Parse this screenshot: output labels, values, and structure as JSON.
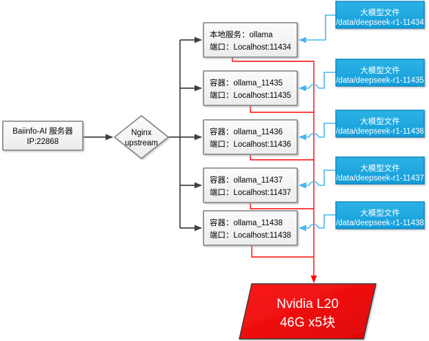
{
  "diagram": {
    "server": {
      "title": "Baiinfo-AI 服务器",
      "subtitle": "IP:22868"
    },
    "router": {
      "line1": "Nginx",
      "line2": "upstream"
    },
    "nodes": [
      {
        "line1": "本地服务：ollama",
        "line2": "端口：Localhost:11434"
      },
      {
        "line1": "容器：ollama_11435",
        "line2": "端口：Localhost:11435"
      },
      {
        "line1": "容器：ollama_11436",
        "line2": "端口：Localhost:11436"
      },
      {
        "line1": "容器：ollama_11437",
        "line2": "端口：Localhost:11437"
      },
      {
        "line1": "容器：ollama_11438",
        "line2": "端口：Localhost:11438"
      }
    ],
    "model_files": [
      {
        "line1": "大模型文件",
        "line2": "/data/deepseek-r1-11434"
      },
      {
        "line1": "大模型文件",
        "line2": "/data/deepseek-r1-11435"
      },
      {
        "line1": "大模型文件",
        "line2": "/data/deepseek-r1-11436"
      },
      {
        "line1": "大模型文件",
        "line2": "/data/deepseek-r1-11437"
      },
      {
        "line1": "大模型文件",
        "line2": "/data/deepseek-r1-11438"
      }
    ],
    "gpu": {
      "line1": "Nvidia L20",
      "line2": "46G x5块"
    },
    "colors": {
      "node_fill_top": "#fbfbfb",
      "node_fill_bottom": "#ececec",
      "node_border": "#7f7f7f",
      "file_fill_top": "#2db2e6",
      "file_fill_bottom": "#149dd8",
      "file_border": "#0c86be",
      "gpu_fill_top": "#fa1b1b",
      "gpu_fill_bottom": "#e00404",
      "gpu_border": "#3a3a3a",
      "flow_arrow": "#404040",
      "gpu_arrow": "#ff0000",
      "file_arrow": "#45b9ec"
    },
    "connections": {
      "black_flow": "Baiinfo-AI 服务器 → Nginx upstream → 5 ollama 服务/容器",
      "red_flow": "5 个 ollama 节点 → Nvidia L20 46G x5块",
      "cyan_flow": "大模型文件 /data/deepseek-r1-1143x → 对应 ollama 节点"
    }
  }
}
